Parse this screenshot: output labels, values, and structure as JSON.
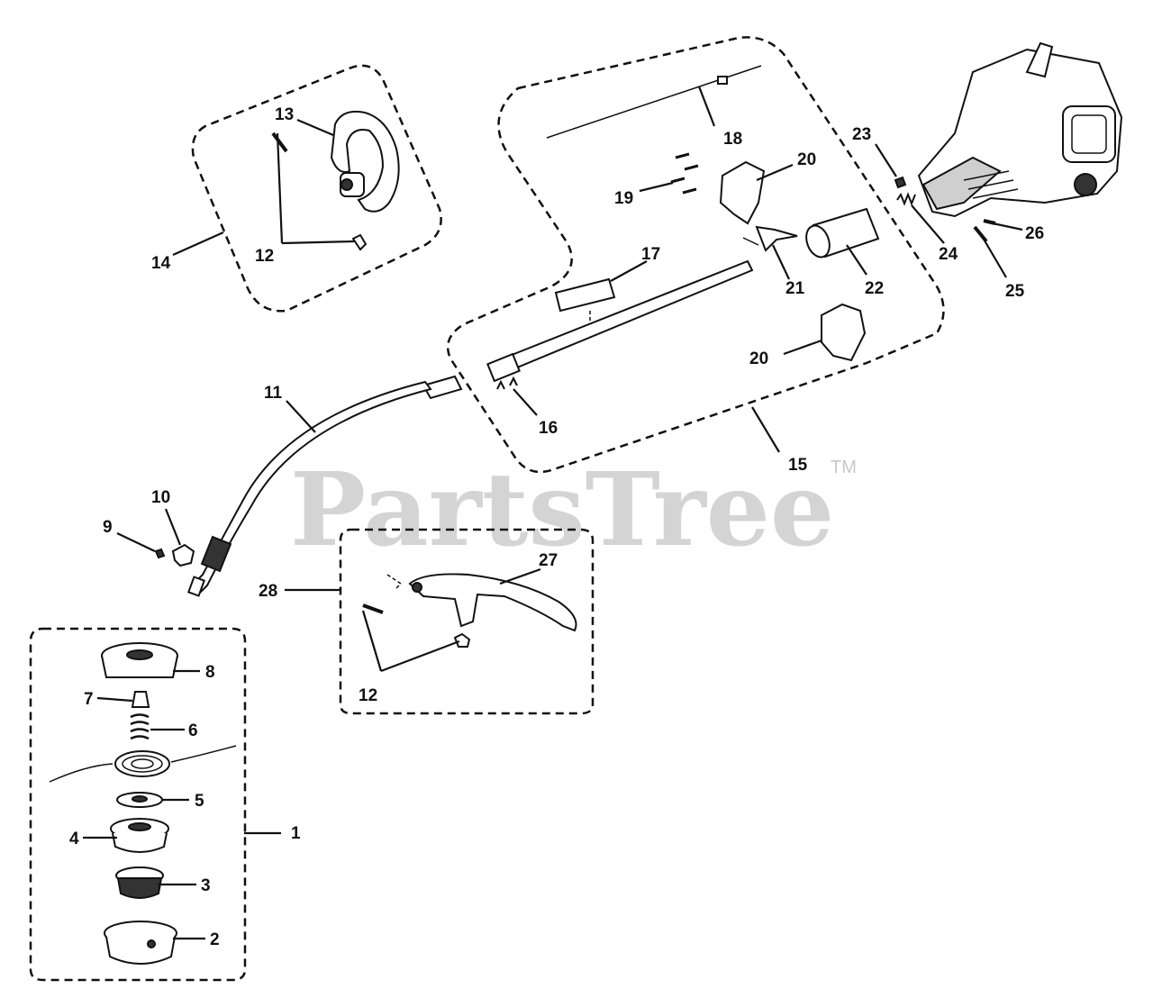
{
  "watermark": {
    "text": "PartsTree",
    "tm": "TM"
  },
  "callouts": [
    {
      "id": "c1",
      "text": "1"
    },
    {
      "id": "c2",
      "text": "2"
    },
    {
      "id": "c3",
      "text": "3"
    },
    {
      "id": "c4",
      "text": "4"
    },
    {
      "id": "c5",
      "text": "5"
    },
    {
      "id": "c6",
      "text": "6"
    },
    {
      "id": "c7",
      "text": "7"
    },
    {
      "id": "c8",
      "text": "8"
    },
    {
      "id": "c9",
      "text": "9"
    },
    {
      "id": "c10",
      "text": "10"
    },
    {
      "id": "c11",
      "text": "11"
    },
    {
      "id": "c12a",
      "text": "12"
    },
    {
      "id": "c12b",
      "text": "12"
    },
    {
      "id": "c13",
      "text": "13"
    },
    {
      "id": "c14",
      "text": "14"
    },
    {
      "id": "c15",
      "text": "15"
    },
    {
      "id": "c16",
      "text": "16"
    },
    {
      "id": "c17",
      "text": "17"
    },
    {
      "id": "c18",
      "text": "18"
    },
    {
      "id": "c19",
      "text": "19"
    },
    {
      "id": "c20a",
      "text": "20"
    },
    {
      "id": "c20b",
      "text": "20"
    },
    {
      "id": "c21",
      "text": "21"
    },
    {
      "id": "c22",
      "text": "22"
    },
    {
      "id": "c23",
      "text": "23"
    },
    {
      "id": "c24",
      "text": "24"
    },
    {
      "id": "c25",
      "text": "25"
    },
    {
      "id": "c26",
      "text": "26"
    },
    {
      "id": "c27",
      "text": "27"
    },
    {
      "id": "c28",
      "text": "28"
    }
  ]
}
